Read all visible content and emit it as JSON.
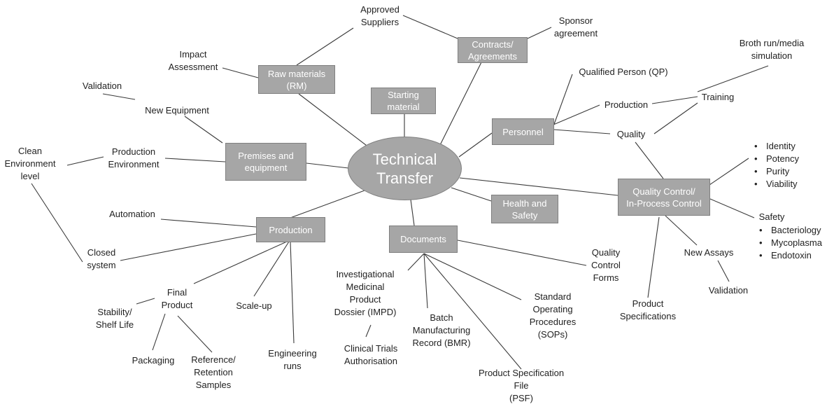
{
  "center": {
    "lines": [
      "Technical",
      "Transfer"
    ]
  },
  "categories": {
    "raw_materials": [
      "Raw materials",
      "(RM)"
    ],
    "contracts": [
      "Contracts/",
      "Agreements"
    ],
    "starting_material": [
      "Starting",
      "material"
    ],
    "personnel": [
      "Personnel"
    ],
    "premises": [
      "Premises and",
      "equipment"
    ],
    "health_safety": [
      "Health and",
      "Safety"
    ],
    "qc": [
      "Quality Control/",
      "In-Process Control"
    ],
    "production": [
      "Production"
    ],
    "documents": [
      "Documents"
    ]
  },
  "labels": {
    "approved_suppliers": [
      "Approved",
      "Suppliers"
    ],
    "sponsor_agreement": [
      "Sponsor",
      "agreement"
    ],
    "impact_assessment": [
      "Impact",
      "Assessment"
    ],
    "broth_run": [
      "Broth run/media",
      "simulation"
    ],
    "qualified_person": [
      "Qualified Person (QP)"
    ],
    "validation_equipment": [
      "Validation"
    ],
    "training": [
      "Training"
    ],
    "personnel_production": [
      "Production"
    ],
    "new_equipment": [
      "New Equipment"
    ],
    "quality": [
      "Quality"
    ],
    "clean_environment": [
      "Clean",
      "Environment",
      "level"
    ],
    "production_environment": [
      "Production",
      "Environment"
    ],
    "safety": [
      "Safety"
    ],
    "automation": [
      "Automation"
    ],
    "closed_system": [
      "Closed",
      "system"
    ],
    "new_assays": [
      "New Assays"
    ],
    "qc_forms": [
      "Quality",
      "Control",
      "Forms"
    ],
    "validation_assays": [
      "Validation"
    ],
    "impd": [
      "Investigational",
      "Medicinal",
      "Product",
      "Dossier (IMPD)"
    ],
    "final_product": [
      "Final",
      "Product"
    ],
    "stability": [
      "Stability/",
      "Shelf Life"
    ],
    "scale_up": [
      "Scale-up"
    ],
    "sops": [
      "Standard",
      "Operating",
      "Procedures",
      "(SOPs)"
    ],
    "product_specifications": [
      "Product",
      "Specifications"
    ],
    "bmr": [
      "Batch",
      "Manufacturing",
      "Record (BMR)"
    ],
    "clinical_trials": [
      "Clinical Trials",
      "Authorisation"
    ],
    "engineering_runs": [
      "Engineering",
      "runs"
    ],
    "packaging": [
      "Packaging"
    ],
    "reference_samples": [
      "Reference/",
      "Retention",
      "Samples"
    ],
    "psf": [
      "Product Specification",
      "File",
      "(PSF)"
    ]
  },
  "qc_attributes": [
    "Identity",
    "Potency",
    "Purity",
    "Viability"
  ],
  "safety_items": [
    "Bacteriology",
    "Mycoplasma",
    "Endotoxin"
  ],
  "colors": {
    "box_fill": "#a6a6a6",
    "box_border": "#7f7f7f",
    "box_text": "#ffffff",
    "connector": "#3a3a3a",
    "label_text": "#222222"
  }
}
